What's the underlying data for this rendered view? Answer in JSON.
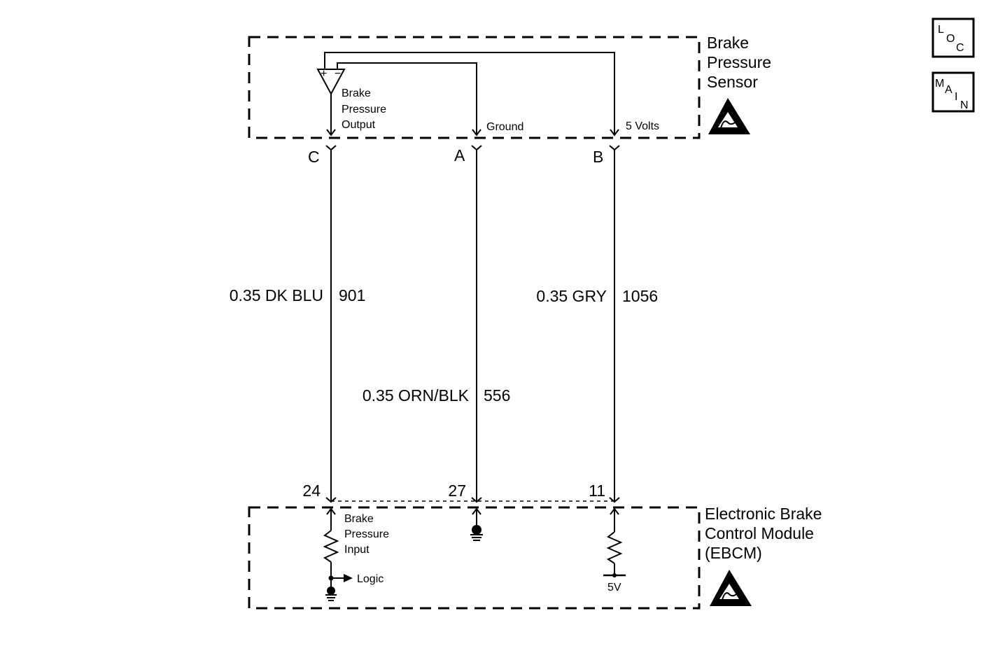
{
  "sensor": {
    "title_lines": [
      "Brake",
      "Pressure",
      "Sensor"
    ],
    "output_label_lines": [
      "Brake",
      "Pressure",
      "Output"
    ],
    "ground_label": "Ground",
    "volts_label": "5 Volts",
    "plus_sign": "+",
    "minus_sign": "−"
  },
  "module": {
    "title_lines": [
      "Electronic Brake",
      "Control Module",
      "(EBCM)"
    ],
    "input_label_lines": [
      "Brake",
      "Pressure",
      "Input"
    ],
    "logic_label": "Logic",
    "ref_label": "5V"
  },
  "wires": [
    {
      "connector": "C",
      "pin": "24",
      "color": "0.35 DK BLU",
      "circuit": "901"
    },
    {
      "connector": "A",
      "pin": "27",
      "color": "0.35 ORN/BLK",
      "circuit": "556"
    },
    {
      "connector": "B",
      "pin": "11",
      "color": "0.35 GRY",
      "circuit": "1056"
    }
  ],
  "nav": {
    "loc": {
      "letters": [
        "L",
        "O",
        "C"
      ]
    },
    "main": {
      "letters": [
        "M",
        "A",
        "I",
        "N"
      ]
    }
  },
  "icons": {
    "esd": "esd-sensitive-icon",
    "ground": "ground-icon"
  },
  "colors": {
    "line": "#000000",
    "background": "#ffffff"
  }
}
